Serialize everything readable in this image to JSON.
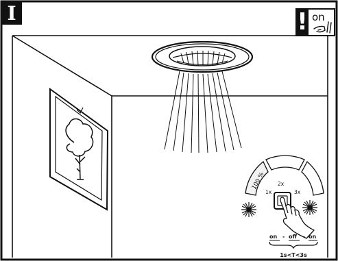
{
  "step": {
    "marker": "I"
  },
  "indicator": {
    "exclaim": "!",
    "state": "on"
  },
  "dial": {
    "level_label": "100 %",
    "press_labels": [
      "1x",
      "2x",
      "3x"
    ]
  },
  "sequence": {
    "states": [
      "on",
      "-",
      "off",
      "-",
      "on"
    ],
    "timing": "1s<T<3s"
  }
}
